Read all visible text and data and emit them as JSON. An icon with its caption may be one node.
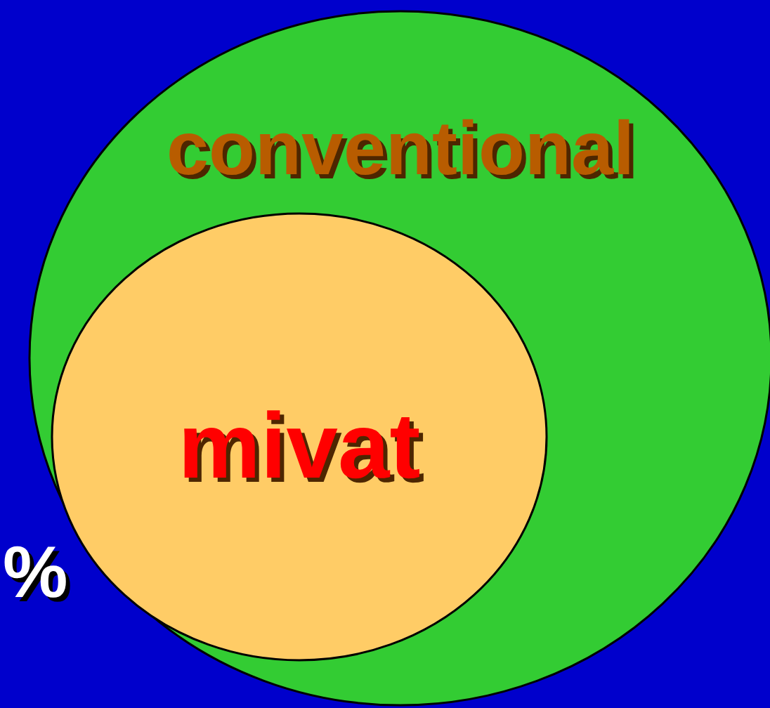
{
  "diagram": {
    "nodes": [
      {
        "text": [
          "conventional"
        ]
      },
      {
        "text": [
          "mivat"
        ],
        "in": 0
      }
    ],
    "labels": [
      "%"
    ]
  }
}
